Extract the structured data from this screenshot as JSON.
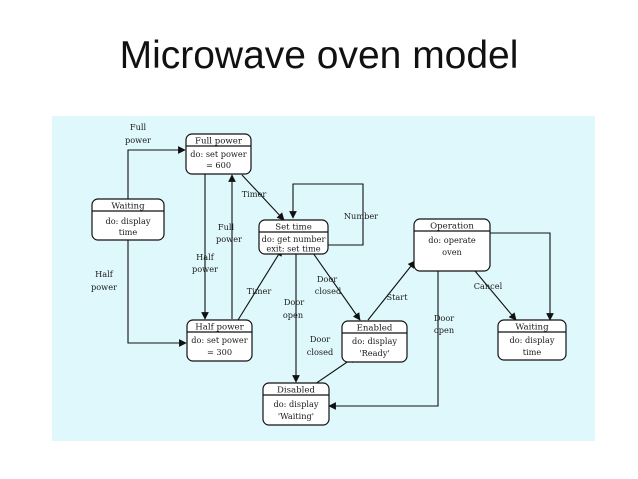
{
  "slide": {
    "title": "Microwave oven model"
  },
  "diagram": {
    "states": {
      "waiting1": {
        "name": "Waiting",
        "activity": [
          "do: display",
          "time"
        ]
      },
      "full_power": {
        "name": "Full power",
        "activity": [
          "do: set power",
          "= 600"
        ]
      },
      "half_power": {
        "name": "Half power",
        "activity": [
          "do: set power",
          "= 300"
        ]
      },
      "set_time": {
        "name": "Set time",
        "activity": [
          "do: get number",
          "exit: set time"
        ]
      },
      "enabled": {
        "name": "Enabled",
        "activity": [
          "do: display",
          "'Ready'"
        ]
      },
      "disabled": {
        "name": "Disabled",
        "activity": [
          "do: display",
          "'Waiting'"
        ]
      },
      "operation": {
        "name": "Operation",
        "activity": [
          "do: operate",
          "oven"
        ]
      },
      "waiting2": {
        "name": "Waiting",
        "activity": [
          "do: display",
          "time"
        ]
      }
    },
    "labels": {
      "full_power_top": [
        "Full",
        "power"
      ],
      "half_power_left": [
        "Half",
        "power"
      ],
      "timer_upper": "Timer",
      "timer_lower": "Timer",
      "full_power_mid": [
        "Full",
        "power"
      ],
      "half_power_mid": [
        "Half",
        "power"
      ],
      "number": "Number",
      "door_closed_upper": [
        "Door",
        "closed"
      ],
      "door_open_mid": [
        "Door",
        "open"
      ],
      "door_closed_lower": [
        "Door",
        "closed"
      ],
      "start": "Start",
      "door_open_right": [
        "Door",
        "open"
      ],
      "cancel": "Cancel"
    }
  }
}
